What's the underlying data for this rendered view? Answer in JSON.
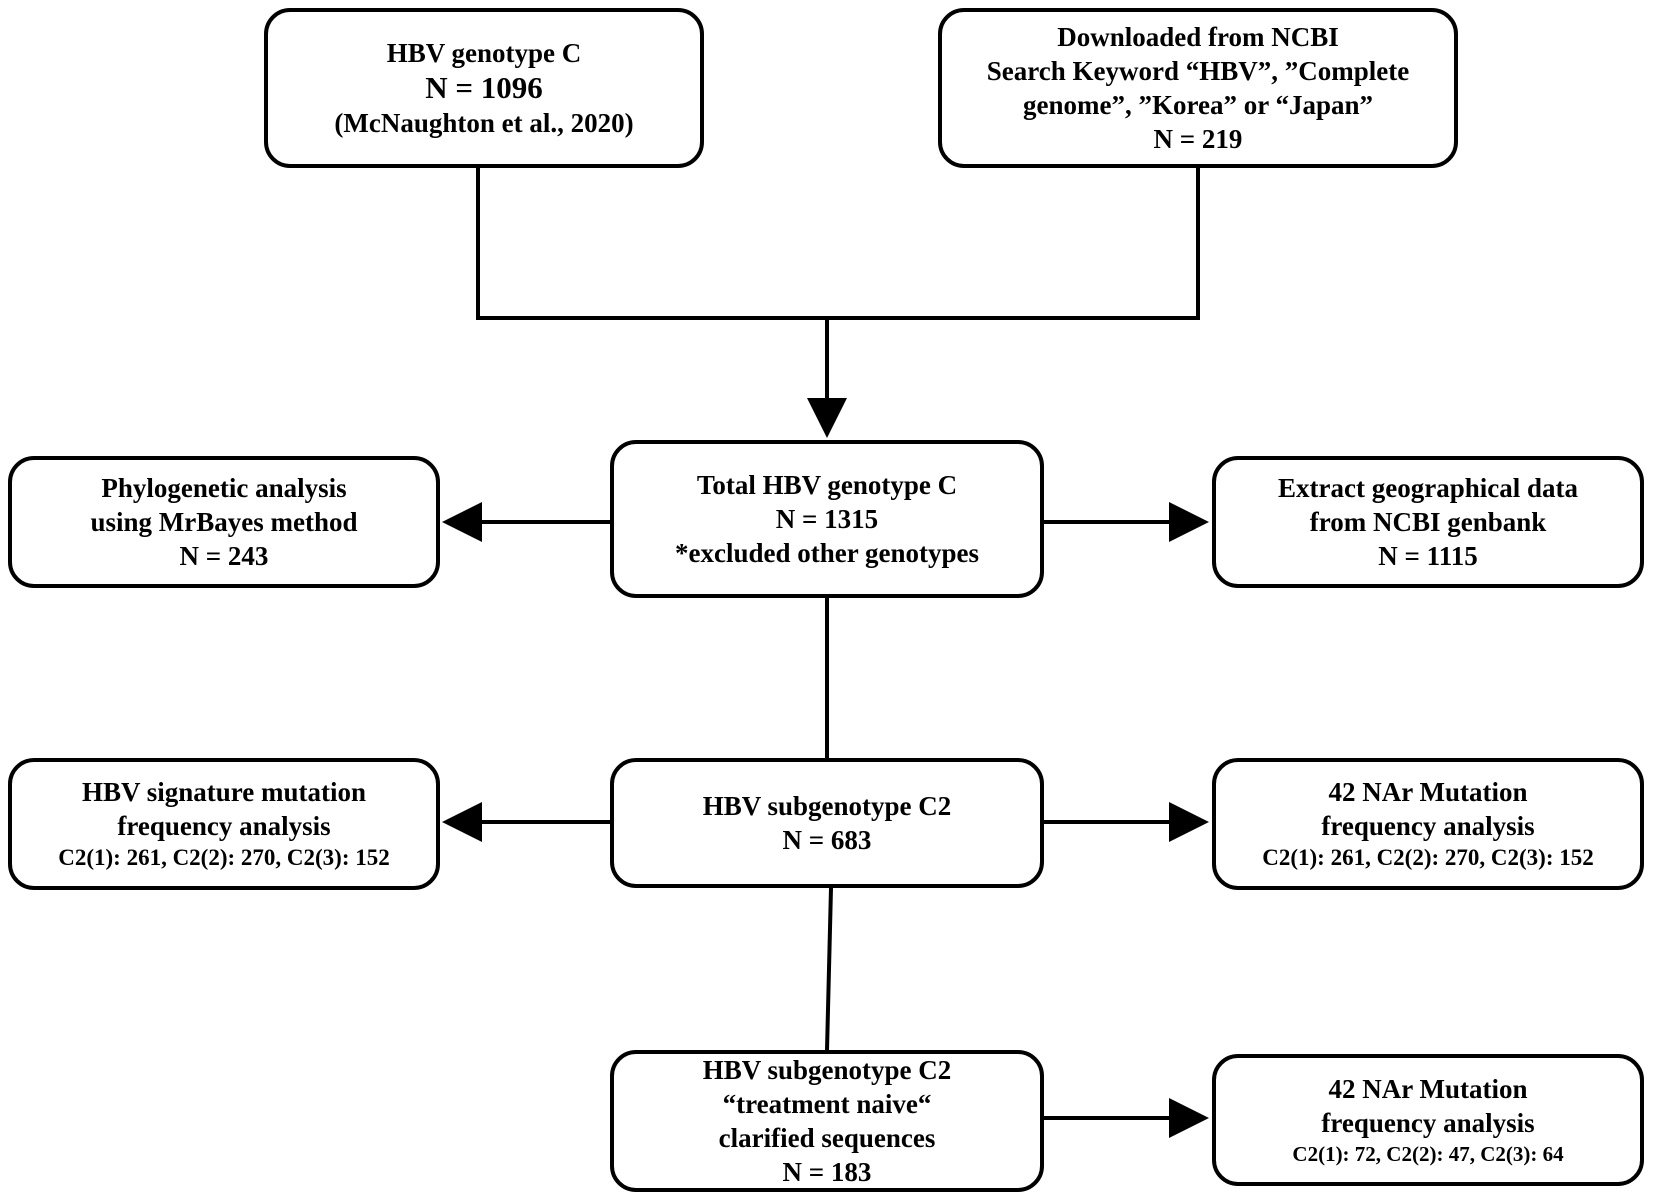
{
  "boxes": {
    "source_mcnaughton": {
      "title": "HBV genotype C",
      "count": "N = 1096",
      "citation": "(McNaughton et al., 2020)"
    },
    "source_ncbi": {
      "line1": "Downloaded from NCBI",
      "line2": "Search Keyword “HBV”, ”Complete",
      "line3": "genome”, ”Korea” or “Japan”",
      "count": "N = 219"
    },
    "total_genotype_c": {
      "title": "Total HBV genotype C",
      "count": "N = 1315",
      "note": "*excluded other genotypes"
    },
    "phylogenetic": {
      "line1": "Phylogenetic analysis",
      "line2": "using MrBayes method",
      "count": "N = 243"
    },
    "geographical": {
      "line1": "Extract geographical data",
      "line2": "from NCBI genbank",
      "count": "N = 1115"
    },
    "subgenotype_c2": {
      "title": "HBV subgenotype C2",
      "count": "N = 683"
    },
    "signature_mutation": {
      "line1": "HBV signature mutation",
      "line2": "frequency analysis",
      "detail": "C2(1): 261, C2(2): 270, C2(3): 152"
    },
    "nar_mutation_all": {
      "line1": "42 NAr Mutation",
      "line2": "frequency analysis",
      "detail": "C2(1): 261, C2(2): 270, C2(3): 152"
    },
    "treatment_naive": {
      "line1": "HBV subgenotype C2",
      "line2": "“treatment naive“",
      "line3": "clarified sequences",
      "count": "N = 183"
    },
    "nar_mutation_naive": {
      "line1": "42 NAr Mutation",
      "line2": "frequency analysis",
      "detail": "C2(1): 72, C2(2): 47, C2(3): 64"
    }
  }
}
